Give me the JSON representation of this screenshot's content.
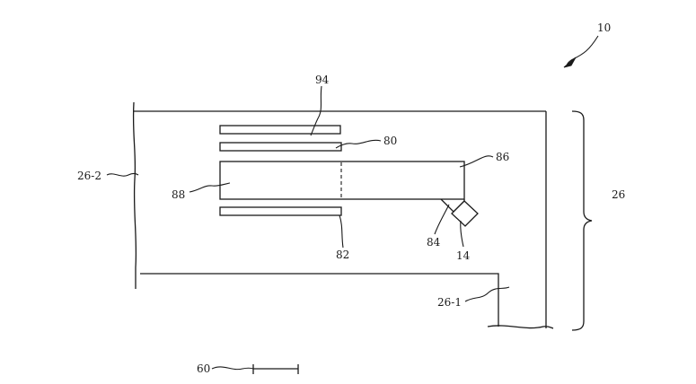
{
  "labels": {
    "device": "10",
    "housing": "26",
    "housing_part_1": "26-1",
    "housing_part_2": "26-2",
    "scale": "60",
    "component_14": "14",
    "component_80": "80",
    "component_82": "82",
    "component_84": "84",
    "component_86": "86",
    "component_88": "88",
    "component_94": "94"
  }
}
